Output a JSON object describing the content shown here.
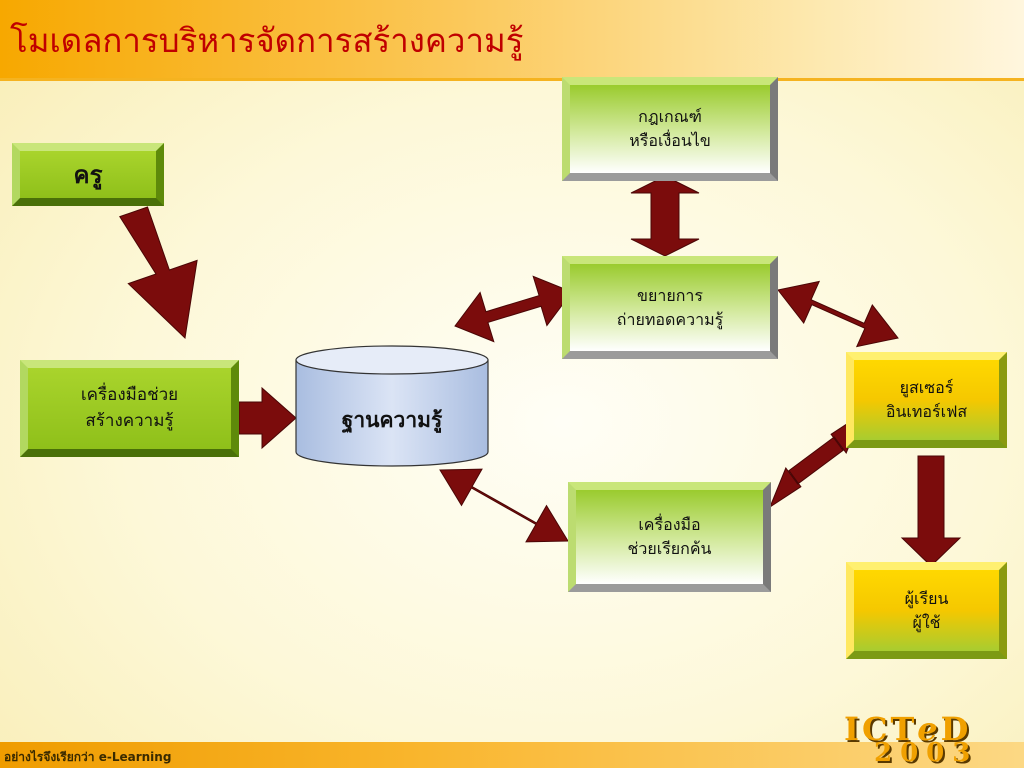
{
  "title": "โมเดลการบริหารจัดการสร้างความรู้",
  "footer": "อย่างไรจึงเรียกว่า e-Learning",
  "logo": {
    "top": "ICT",
    "top_letter": "e",
    "top_end": "D",
    "year": "2003"
  },
  "nodes": {
    "teacher": "ครู",
    "tools_create": "เครื่องมือช่วย\nสร้างความรู้",
    "knowledge_base": "ฐานความรู้",
    "rules": "กฎเกณฑ์\nหรือเงื่อนไข",
    "transfer": "ขยายการ\nถ่ายทอดความรู้",
    "search_tools": "เครื่องมือ\nช่วยเรียกค้น",
    "user_interface": "ยูสเซอร์\nอินเทอร์เฟส",
    "learner": "ผู้เรียน\nผู้ใช้"
  },
  "colors": {
    "title": "#c00000",
    "arrow": "#7b0c0c",
    "green": "#8fc01a",
    "yellow": "#f5c800",
    "cylinder": "#c7d5ec"
  }
}
